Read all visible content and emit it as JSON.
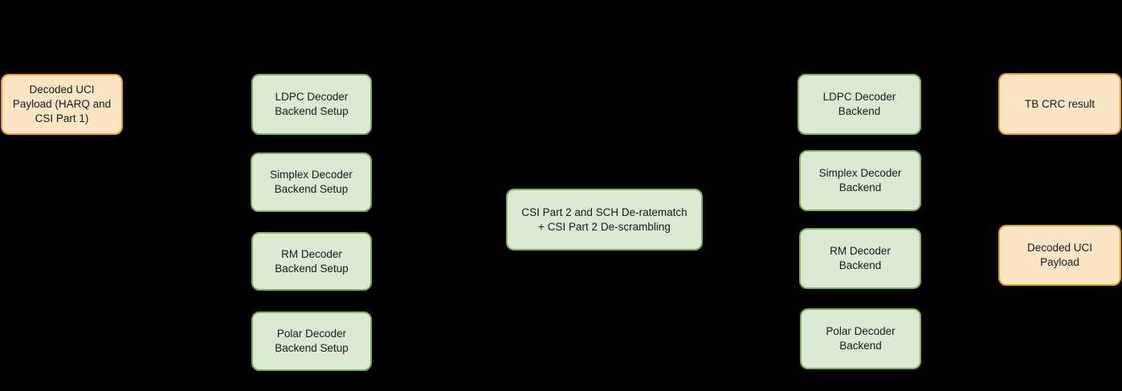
{
  "diagram": {
    "title": "UCI decoding pipeline diagram",
    "background_color": "#000000",
    "colors": {
      "process_fill": "#DCEAD3",
      "process_border": "#84AE64",
      "io_fill": "#FBE5C7",
      "io_border": "#E1A030",
      "text": "#1a1a1a"
    },
    "nodes": [
      {
        "id": "decoded-uci-payload-harq-csi1",
        "type": "io",
        "label": "Decoded UCI\nPayload (HARQ and\nCSI Part 1)"
      },
      {
        "id": "ldpc-decoder-backend-setup",
        "type": "process",
        "label": "LDPC Decoder\nBackend Setup"
      },
      {
        "id": "simplex-decoder-backend-setup",
        "type": "process",
        "label": "Simplex Decoder\nBackend Setup"
      },
      {
        "id": "rm-decoder-backend-setup",
        "type": "process",
        "label": "RM Decoder\nBackend Setup"
      },
      {
        "id": "polar-decoder-backend-setup",
        "type": "process",
        "label": "Polar Decoder\nBackend Setup"
      },
      {
        "id": "csi-part2-sch-deratematch",
        "type": "process",
        "label": "CSI Part 2 and SCH De-ratematch\n+ CSI Part 2 De-scrambling"
      },
      {
        "id": "ldpc-decoder-backend",
        "type": "process",
        "label": "LDPC Decoder\nBackend"
      },
      {
        "id": "simplex-decoder-backend",
        "type": "process",
        "label": "Simplex Decoder\nBackend"
      },
      {
        "id": "rm-decoder-backend",
        "type": "process",
        "label": "RM Decoder\nBackend"
      },
      {
        "id": "polar-decoder-backend",
        "type": "process",
        "label": "Polar Decoder\nBackend"
      },
      {
        "id": "tb-crc-result",
        "type": "io",
        "label": "TB CRC result"
      },
      {
        "id": "decoded-uci-payload",
        "type": "io",
        "label": "Decoded UCI\nPayload"
      }
    ]
  }
}
